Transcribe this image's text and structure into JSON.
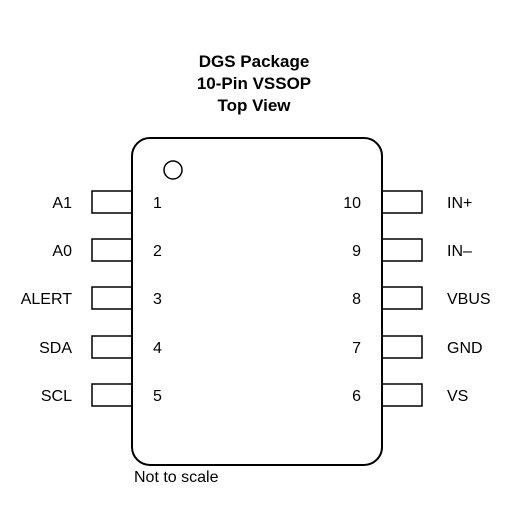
{
  "title": {
    "line1": "DGS Package",
    "line2": "10-Pin VSSOP",
    "line3": "Top View"
  },
  "pins_left": [
    {
      "number": "1",
      "name": "A1"
    },
    {
      "number": "2",
      "name": "A0"
    },
    {
      "number": "3",
      "name": "ALERT"
    },
    {
      "number": "4",
      "name": "SDA"
    },
    {
      "number": "5",
      "name": "SCL"
    }
  ],
  "pins_right": [
    {
      "number": "10",
      "name": "IN+"
    },
    {
      "number": "9",
      "name": "IN–"
    },
    {
      "number": "8",
      "name": "VBUS"
    },
    {
      "number": "7",
      "name": "GND"
    },
    {
      "number": "6",
      "name": "VS"
    }
  ],
  "note": "Not to scale"
}
